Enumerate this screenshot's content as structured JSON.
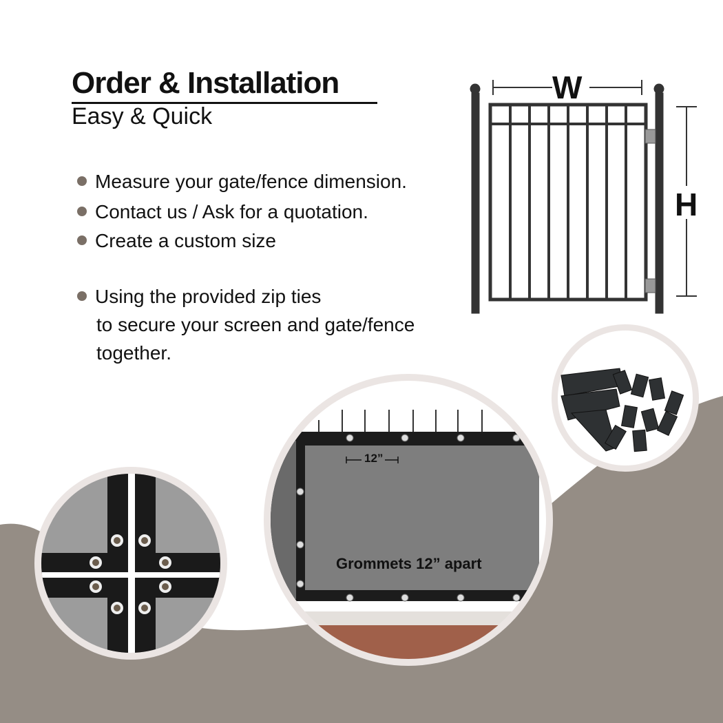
{
  "header": {
    "title": "Order & Installation",
    "subtitle": "Easy & Quick"
  },
  "steps": [
    {
      "text": "Measure your gate/fence dimension."
    },
    {
      "text": "Contact us / Ask for a quotation."
    },
    {
      "text": "Create a custom size"
    },
    {
      "text": "Using the provided zip ties",
      "continuation": [
        "to secure your screen and gate/fence",
        "together."
      ]
    }
  ],
  "diagram": {
    "width_label": "W",
    "height_label": "H"
  },
  "screen_photo": {
    "spacing_label": "12”",
    "caption": "Grommets 12” apart"
  },
  "colors": {
    "taupe": "#958d85",
    "bullet": "#7a6f66",
    "circle_ring": "#ebe5e3",
    "mesh": "#7e7e7e"
  }
}
